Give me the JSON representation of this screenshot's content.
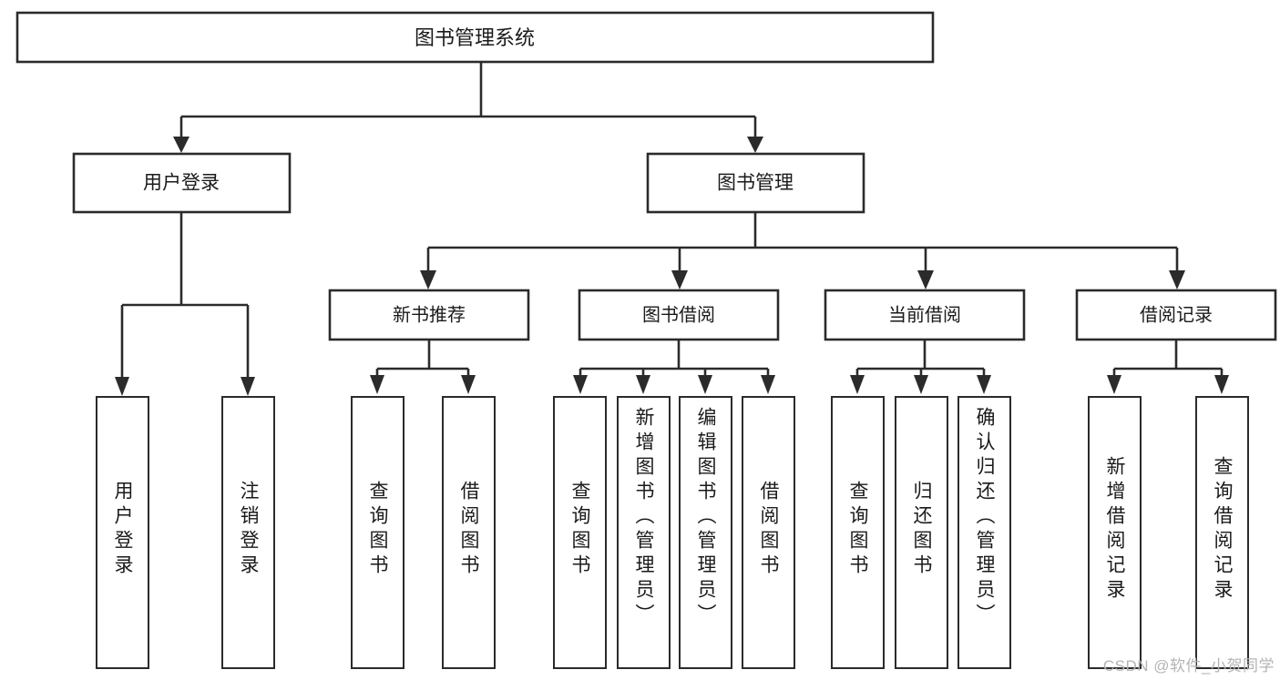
{
  "diagram": {
    "type": "tree-hierarchy",
    "title": "图书管理系统",
    "watermark": "CSDN @软件_小贺同学",
    "root": {
      "label": "图书管理系统"
    },
    "level2": [
      {
        "label": "用户登录"
      },
      {
        "label": "图书管理"
      }
    ],
    "level3": [
      {
        "label": "新书推荐"
      },
      {
        "label": "图书借阅"
      },
      {
        "label": "当前借阅"
      },
      {
        "label": "借阅记录"
      }
    ],
    "leaves": {
      "user_login": [
        {
          "label": "用户登录"
        },
        {
          "label": "注销登录"
        }
      ],
      "new_book_recommend": [
        {
          "label": "查询图书"
        },
        {
          "label": "借阅图书"
        }
      ],
      "book_borrow": [
        {
          "label": "查询图书"
        },
        {
          "label": "新增图书（管理员）"
        },
        {
          "label": "编辑图书（管理员）"
        },
        {
          "label": "借阅图书"
        }
      ],
      "current_borrow": [
        {
          "label": "查询图书"
        },
        {
          "label": "归还图书"
        },
        {
          "label": "确认归还（管理员）"
        }
      ],
      "borrow_records": [
        {
          "label": "新增借阅记录"
        },
        {
          "label": "查询借阅记录"
        }
      ]
    }
  },
  "colors": {
    "stroke": "#2b2b2b",
    "fill": "#ffffff",
    "text": "#1a1a1a",
    "watermark": "#b4b4b4"
  }
}
